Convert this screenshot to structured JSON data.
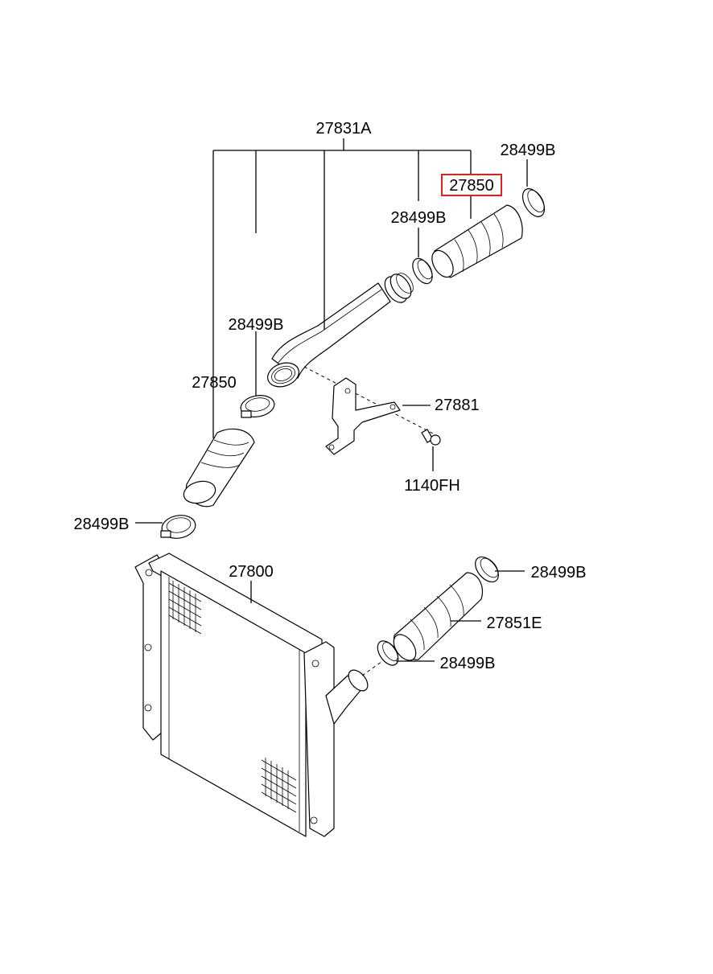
{
  "labels": {
    "intercooler_pipe_assy": "27831A",
    "clamp_top_right": "28499B",
    "hose_upper_highlighted": "27850",
    "clamp_upper_mid": "28499B",
    "clamp_left_upper": "28499B",
    "hose_left": "27850",
    "bracket": "27881",
    "bolt": "1140FH",
    "clamp_left_lower": "28499B",
    "intercooler": "27800",
    "clamp_right_upper": "28499B",
    "hose_lower_right": "27851E",
    "clamp_right_lower": "28499B"
  },
  "highlight": {
    "part": "27850",
    "color": "#e0211b"
  }
}
